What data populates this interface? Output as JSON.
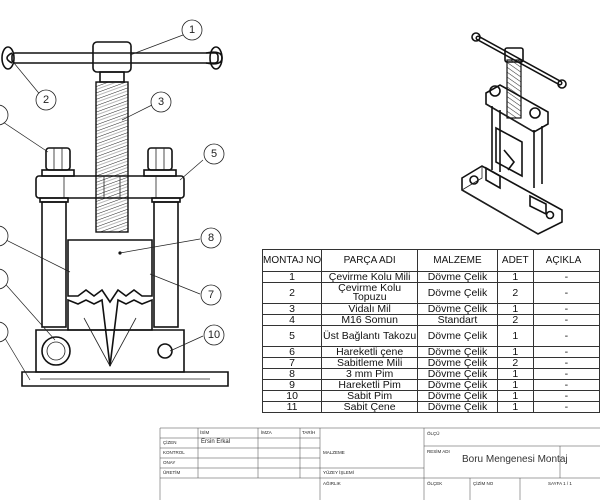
{
  "balloons": [
    "1",
    "2",
    "3",
    "5",
    "7",
    "8",
    "10"
  ],
  "table": {
    "headers": {
      "no": "MONTAJ NO",
      "name": "PARÇA ADI",
      "material": "MALZEME",
      "qty": "ADET",
      "desc": "AÇIKLA"
    },
    "rows": [
      {
        "no": "1",
        "name": "Çevirme Kolu Mili",
        "material": "Dövme Çelik",
        "qty": "1",
        "desc": "-"
      },
      {
        "no": "2",
        "name": "Çevirme Kolu Topuzu",
        "material": "Dövme Çelik",
        "qty": "2",
        "desc": "-"
      },
      {
        "no": "3",
        "name": "Vidalı Mil",
        "material": "Dövme Çelik",
        "qty": "1",
        "desc": "-"
      },
      {
        "no": "4",
        "name": "M16 Somun",
        "material": "Standart",
        "qty": "2",
        "desc": "-"
      },
      {
        "no": "5",
        "name": "Üst Bağlantı Takozu",
        "material": "Dövme Çelik",
        "qty": "1",
        "desc": "-"
      },
      {
        "no": "6",
        "name": "Hareketli çene",
        "material": "Dövme Çelik",
        "qty": "1",
        "desc": "-"
      },
      {
        "no": "7",
        "name": "Sabitleme Mili",
        "material": "Dövme Çelik",
        "qty": "2",
        "desc": "-"
      },
      {
        "no": "8",
        "name": "3 mm Pim",
        "material": "Dövme Çelik",
        "qty": "1",
        "desc": "-"
      },
      {
        "no": "9",
        "name": "Hareketli Pim",
        "material": "Dövme Çelik",
        "qty": "1",
        "desc": "-"
      },
      {
        "no": "10",
        "name": "Sabit Pim",
        "material": "Dövme Çelik",
        "qty": "1",
        "desc": "-"
      },
      {
        "no": "11",
        "name": "Sabit Çene",
        "material": "Dövme Çelik",
        "qty": "1",
        "desc": "-"
      }
    ]
  },
  "title_block": {
    "isim": "İSİM",
    "imza": "İMZA",
    "tarih": "TARİH",
    "cizen": "ÇİZEN",
    "cizen_name": "Ersin Erkal",
    "kontrol": "KONTROL",
    "onay": "ONAY",
    "uretim": "ÜRETİM",
    "malzeme": "MALZEME",
    "olcek": "ÖLÇEK",
    "agirlik": "AĞIRLIK",
    "cizimno": "ÇİZİM NO",
    "resim_adi": "RESİM ADI",
    "title": "Boru Mengenesi Montaj",
    "olcu": "ÖLÇÜ",
    "sayfa": "SAYFA 1 / 1",
    "yuzey": "YÜZEY İŞLEMİ"
  }
}
